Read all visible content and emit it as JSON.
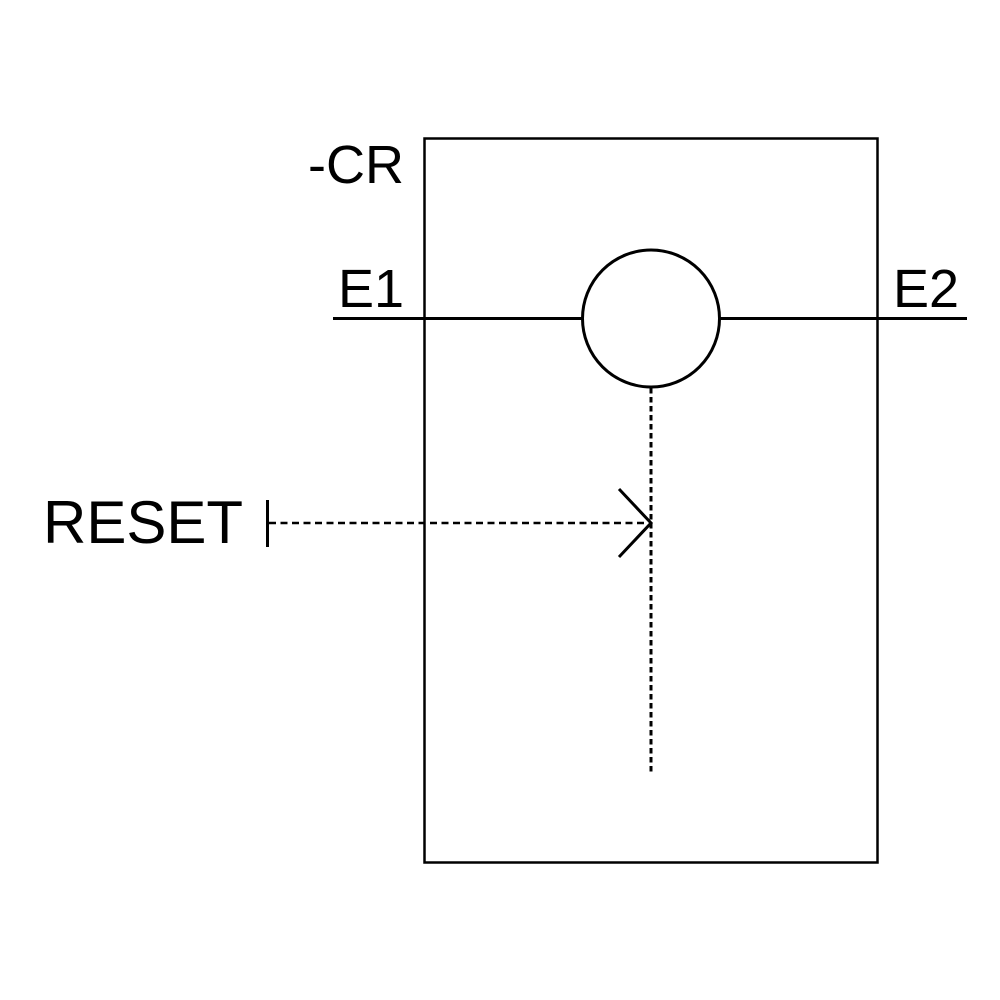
{
  "diagram": {
    "device_label": "-CR",
    "terminal_left_label": "E1",
    "terminal_right_label": "E2",
    "reset_label": "RESET",
    "colors": {
      "line": "#000000",
      "text": "#000000",
      "background": "#ffffff",
      "coil_fill": "#ffffff"
    }
  }
}
